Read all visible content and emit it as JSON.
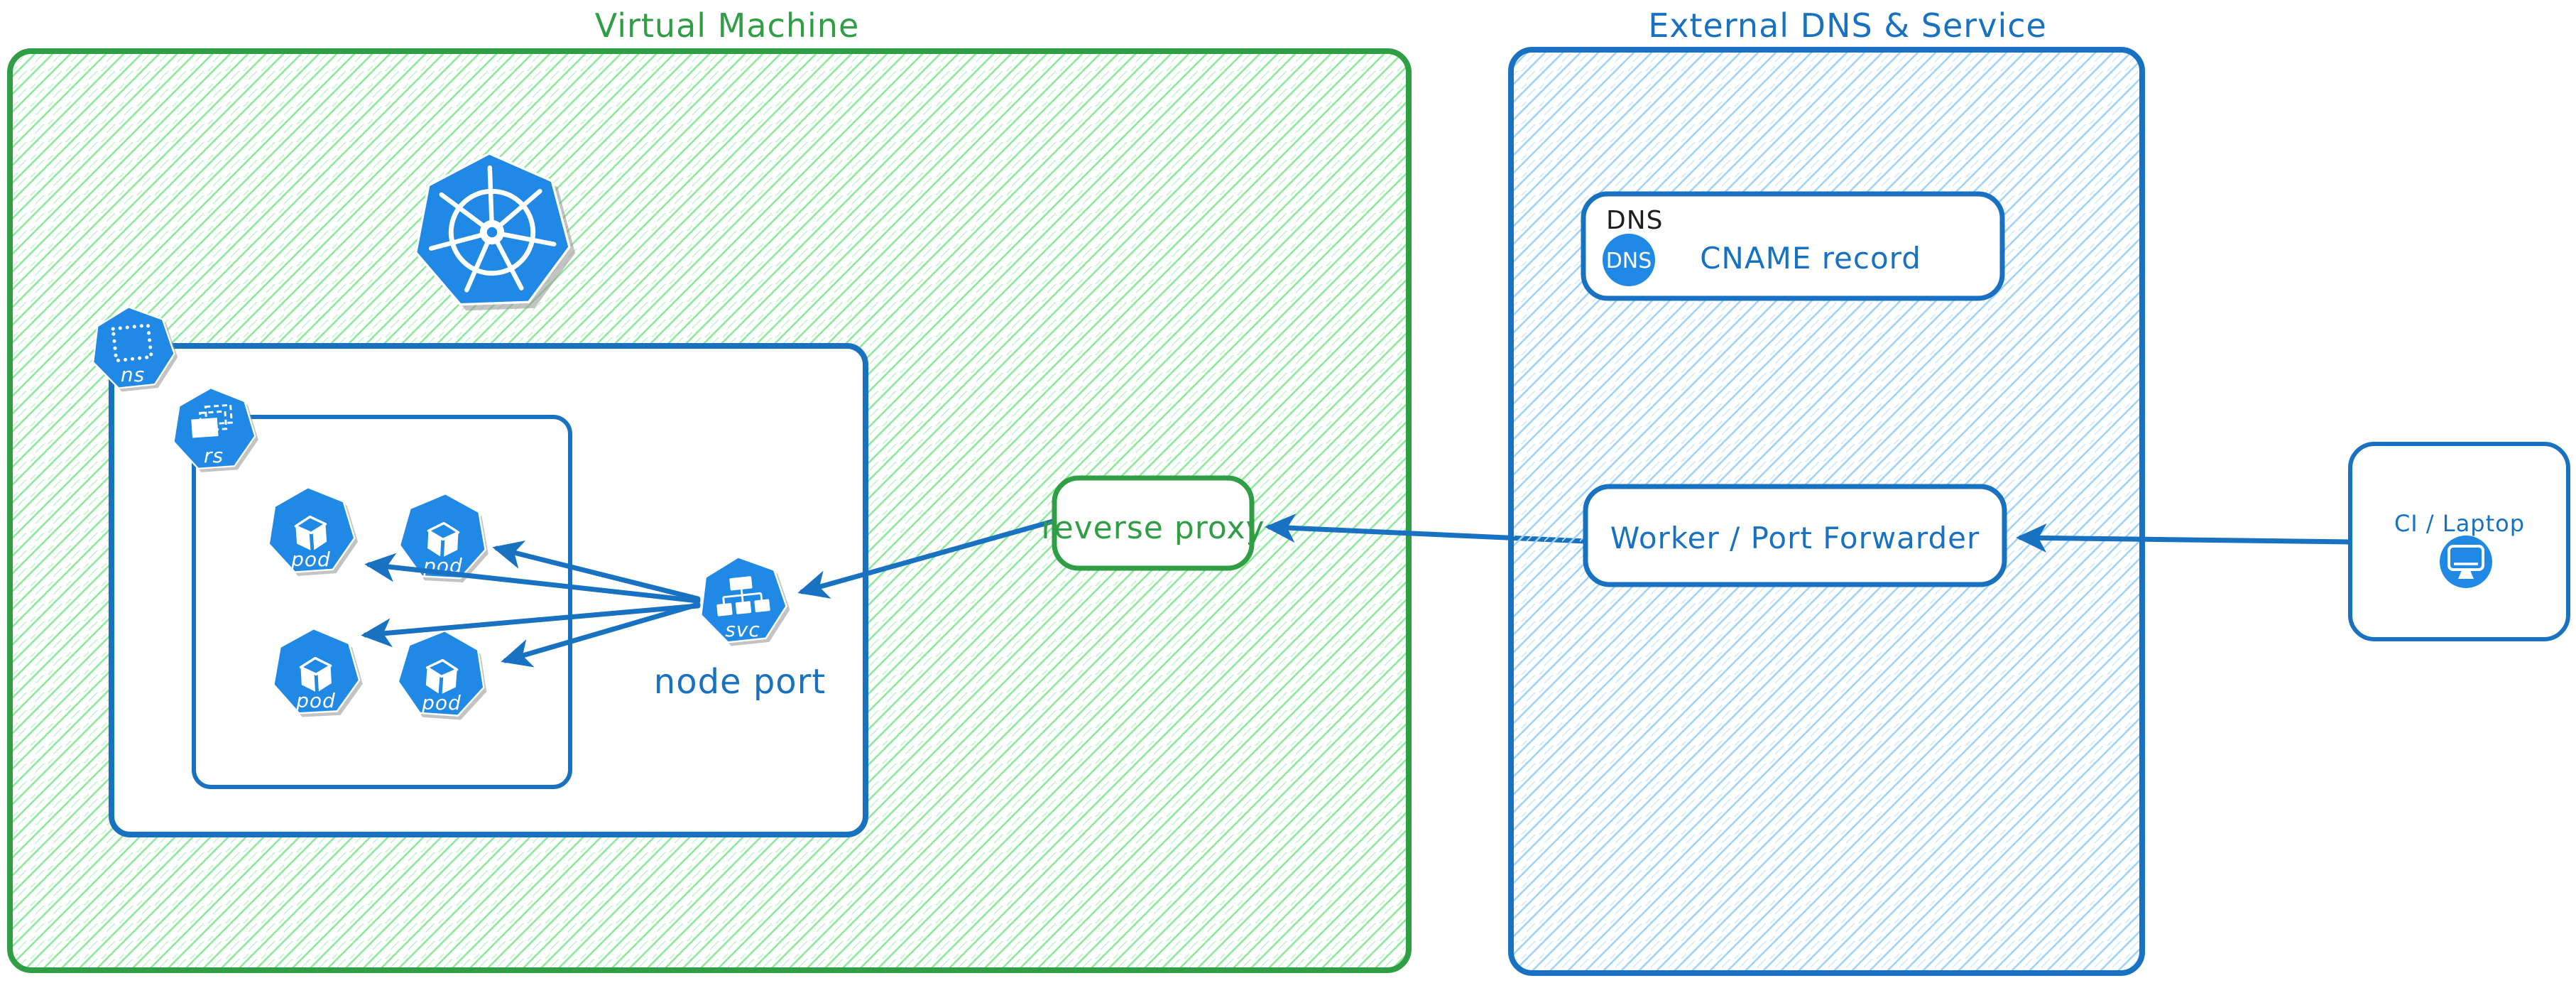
{
  "diagram": {
    "vm": {
      "title": "Virtual Machine",
      "kubernetes_icon": "kubernetes-logo",
      "namespace_badge": "ns",
      "replicaset_badge": "rs",
      "pod_labels": [
        "pod",
        "pod",
        "pod",
        "pod"
      ],
      "service_badge": "svc",
      "service_label": "node port"
    },
    "reverse_proxy_label": "reverse proxy",
    "external": {
      "title": "External DNS & Service",
      "dns_tag": "DNS",
      "dns_icon_text": "DNS",
      "cname_label": "CNAME record",
      "worker_label": "Worker / Port Forwarder"
    },
    "client_label": "CI / Laptop",
    "colors": {
      "green_stroke": "#2f9e44",
      "green_hatch": "#8ce99a",
      "blue_stroke": "#1971c2",
      "blue_hatch": "#9fd4fa",
      "icon_blue": "#2088e5",
      "text_dark": "#1e1e1e",
      "white": "#ffffff"
    }
  }
}
